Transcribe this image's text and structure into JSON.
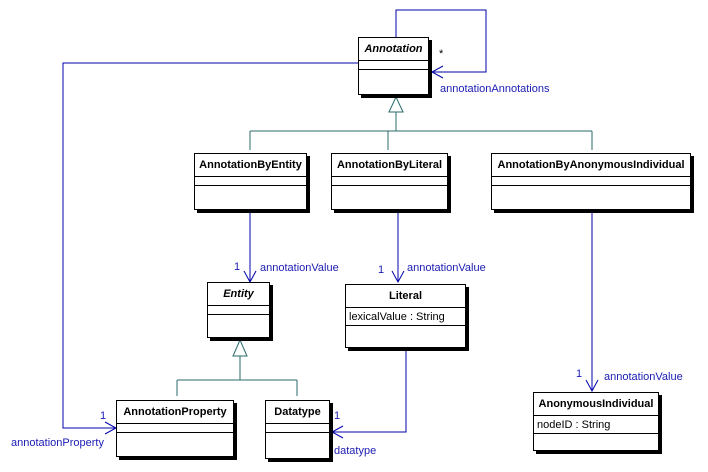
{
  "classes": {
    "annotation": {
      "name": "Annotation"
    },
    "annotation_by_entity": {
      "name": "AnnotationByEntity"
    },
    "annotation_by_literal": {
      "name": "AnnotationByLiteral"
    },
    "annotation_by_anonymous_individual": {
      "name": "AnnotationByAnonymousIndividual"
    },
    "entity": {
      "name": "Entity"
    },
    "literal": {
      "name": "Literal",
      "attribute": "lexicalValue : String"
    },
    "annotation_property": {
      "name": "AnnotationProperty"
    },
    "datatype": {
      "name": "Datatype"
    },
    "anonymous_individual": {
      "name": "AnonymousIndividual",
      "attribute": "nodeID : String"
    }
  },
  "associations": {
    "annotation_annotations": {
      "role": "annotationAnnotations",
      "multiplicity": "*"
    },
    "entity_value": {
      "role": "annotationValue",
      "multiplicity": "1"
    },
    "literal_value": {
      "role": "annotationValue",
      "multiplicity": "1"
    },
    "anonymous_value": {
      "role": "annotationValue",
      "multiplicity": "1"
    },
    "annotation_property": {
      "role": "annotationProperty",
      "multiplicity": "1"
    },
    "datatype": {
      "role": "datatype",
      "multiplicity": "1"
    }
  },
  "colors": {
    "line": "#0000a8",
    "generalization": "#2b6b6b",
    "label": "#1b1bb3"
  }
}
